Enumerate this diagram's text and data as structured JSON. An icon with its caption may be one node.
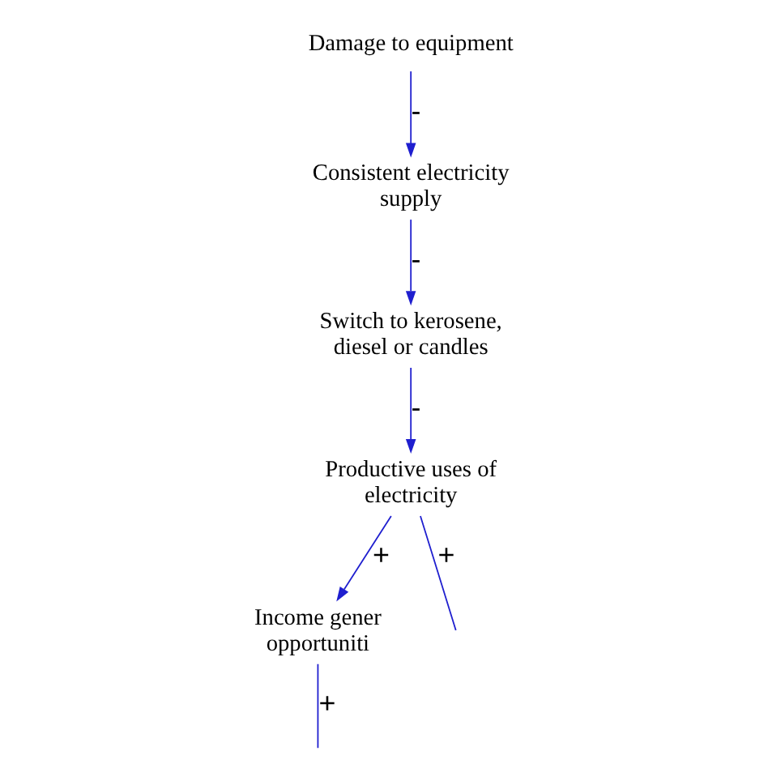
{
  "diagram": {
    "nodes": [
      {
        "text": [
          "Damage to equipment"
        ]
      },
      {
        "text": [
          "Consistent electricity supply"
        ]
      },
      {
        "text": [
          "Productive uses of electricity"
        ]
      },
      {
        "text": [
          "Income gener opportuniti"
        ]
      },
      {
        "text": [
          "Switch to kerosene, diesel or candles"
        ]
      }
    ],
    "edges": [
      {
        "from": 0,
        "to": 1,
        "arrow": "to",
        "label": "-"
      },
      {
        "from": 1,
        "to": 4,
        "arrow": "to",
        "label": "-"
      },
      {
        "from": 4,
        "to": 2,
        "arrow": "to",
        "label": "-"
      },
      {
        "from": 2,
        "to": 3,
        "arrow": "to",
        "label": "+"
      },
      {
        "from": 3,
        "to": null,
        "arrow": "none",
        "label": "+"
      },
      {
        "from": 2,
        "to": null,
        "arrow": "none",
        "label": "+"
      }
    ]
  }
}
